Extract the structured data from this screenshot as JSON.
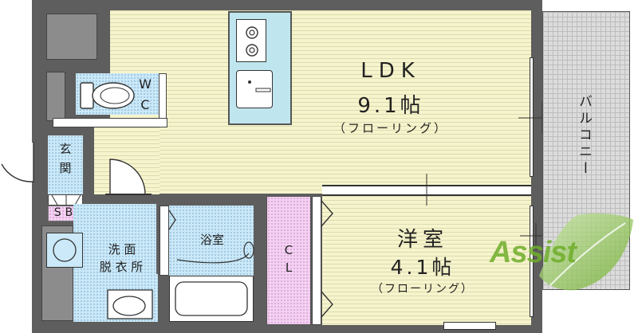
{
  "rooms": {
    "ldk": {
      "name": "LDK",
      "size": "9.1帖",
      "floor": "（フローリング）"
    },
    "western": {
      "name": "洋室",
      "size": "4.1帖",
      "floor": "（フローリング）"
    },
    "balcony": {
      "name": "バルコニー"
    },
    "wc": {
      "name_1": "W",
      "name_2": "C"
    },
    "entrance": {
      "name_1": "玄",
      "name_2": "関"
    },
    "sb": {
      "name": "SB"
    },
    "washroom": {
      "name_1": "洗 面",
      "name_2": "脱 衣 所"
    },
    "bathroom": {
      "name": "浴室"
    },
    "closet": {
      "name_1": "C",
      "name_2": "L"
    }
  },
  "logo": {
    "text": "Assist"
  },
  "colors": {
    "wall": "#5e5e5e",
    "ldk_floor": "#f6f4cc",
    "wet_area": "#cbe9f8",
    "closet": "#f4d2f2",
    "balcony": "#dcdcdc",
    "logo": "#6fae2a"
  }
}
